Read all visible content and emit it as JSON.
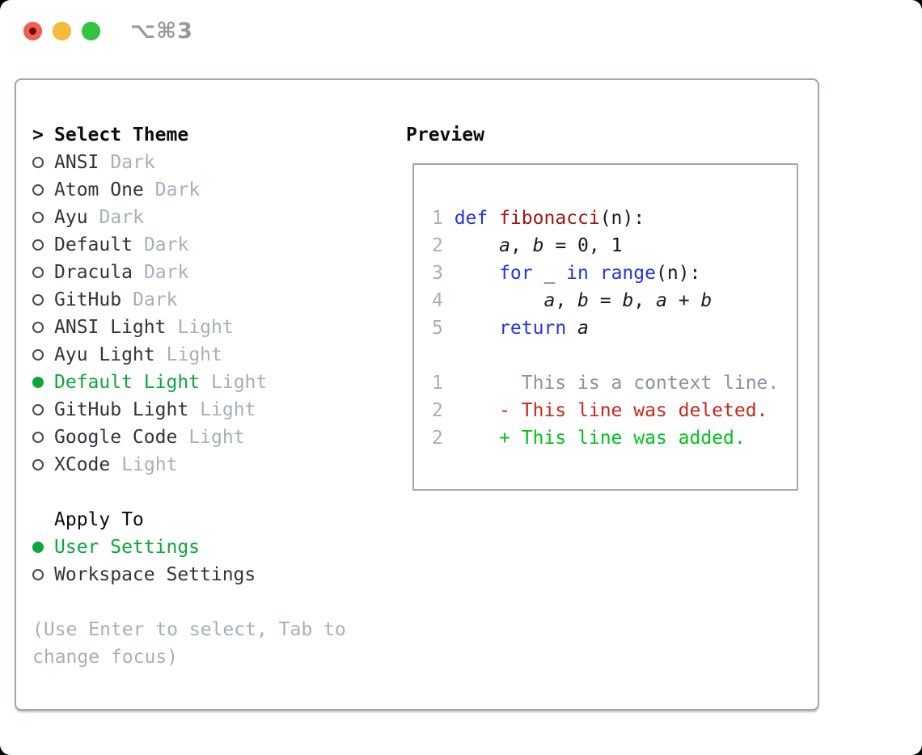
{
  "window": {
    "title": "⌥⌘3"
  },
  "colors": {
    "border": "#9EA6B0",
    "selected_green": "#0EA73C",
    "diff_added_green": "#00C41C",
    "diff_deleted_red": "#C7271C",
    "keyword_blue": "#2433E6",
    "function_red": "#A41414",
    "muted_gray": "#A7AFBB",
    "context_gray": "#8B939D",
    "traffic_red": "#F15F54",
    "traffic_yellow": "#F5BB3C",
    "traffic_green": "#33C342"
  },
  "theme_selector": {
    "cursor": ">",
    "title": "Select Theme",
    "options": [
      {
        "name": "ANSI",
        "variant": "Dark",
        "selected": false
      },
      {
        "name": "Atom One",
        "variant": "Dark",
        "selected": false
      },
      {
        "name": "Ayu",
        "variant": "Dark",
        "selected": false
      },
      {
        "name": "Default",
        "variant": "Dark",
        "selected": false
      },
      {
        "name": "Dracula",
        "variant": "Dark",
        "selected": false
      },
      {
        "name": "GitHub",
        "variant": "Dark",
        "selected": false
      },
      {
        "name": "ANSI Light",
        "variant": "Light",
        "selected": false
      },
      {
        "name": "Ayu Light",
        "variant": "Light",
        "selected": false
      },
      {
        "name": "Default Light",
        "variant": "Light",
        "selected": true
      },
      {
        "name": "GitHub Light",
        "variant": "Light",
        "selected": false
      },
      {
        "name": "Google Code",
        "variant": "Light",
        "selected": false
      },
      {
        "name": "XCode",
        "variant": "Light",
        "selected": false
      }
    ]
  },
  "apply_to": {
    "title": "Apply To",
    "options": [
      {
        "name": "User Settings",
        "selected": true
      },
      {
        "name": "Workspace Settings",
        "selected": false
      }
    ]
  },
  "hint": {
    "line1": "(Use Enter to select, Tab to",
    "line2": "change focus)"
  },
  "preview": {
    "title": "Preview",
    "lines": [
      {
        "num": "1",
        "segments": [
          {
            "t": "def ",
            "c": "kw"
          },
          {
            "t": "fibonacci",
            "c": "fn"
          },
          {
            "t": "(n):",
            "c": "plain"
          }
        ]
      },
      {
        "num": "2",
        "segments": [
          {
            "t": "    ",
            "c": "plain"
          },
          {
            "t": "a",
            "c": "var"
          },
          {
            "t": ", ",
            "c": "plain"
          },
          {
            "t": "b",
            "c": "var"
          },
          {
            "t": " = 0, 1",
            "c": "plain"
          }
        ]
      },
      {
        "num": "3",
        "segments": [
          {
            "t": "    ",
            "c": "plain"
          },
          {
            "t": "for",
            "c": "kw"
          },
          {
            "t": " _ ",
            "c": "plain"
          },
          {
            "t": "in",
            "c": "kw"
          },
          {
            "t": " ",
            "c": "plain"
          },
          {
            "t": "range",
            "c": "kw"
          },
          {
            "t": "(n):",
            "c": "plain"
          }
        ]
      },
      {
        "num": "4",
        "segments": [
          {
            "t": "        ",
            "c": "plain"
          },
          {
            "t": "a",
            "c": "var"
          },
          {
            "t": ", ",
            "c": "plain"
          },
          {
            "t": "b",
            "c": "var"
          },
          {
            "t": " = ",
            "c": "plain"
          },
          {
            "t": "b",
            "c": "var"
          },
          {
            "t": ", ",
            "c": "plain"
          },
          {
            "t": "a",
            "c": "var"
          },
          {
            "t": " + ",
            "c": "plain"
          },
          {
            "t": "b",
            "c": "var"
          }
        ]
      },
      {
        "num": "5",
        "segments": [
          {
            "t": "    ",
            "c": "plain"
          },
          {
            "t": "return",
            "c": "kw"
          },
          {
            "t": " ",
            "c": "plain"
          },
          {
            "t": "a",
            "c": "var"
          }
        ]
      },
      {
        "num": "",
        "segments": []
      },
      {
        "num": "1",
        "segments": [
          {
            "t": "      This is a context line.",
            "c": "ctx"
          }
        ]
      },
      {
        "num": "2",
        "segments": [
          {
            "t": "    - This line was deleted.",
            "c": "del"
          }
        ]
      },
      {
        "num": "2",
        "segments": [
          {
            "t": "    + This line was added.",
            "c": "add"
          }
        ]
      }
    ]
  }
}
